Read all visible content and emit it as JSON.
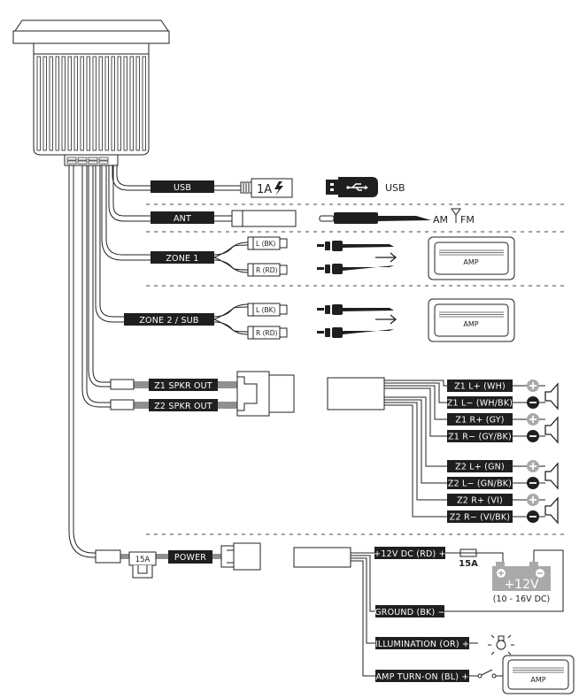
{
  "title": "Head unit wiring diagram",
  "colors": {
    "label_bg": "#1f1f1f",
    "label_text": "#ffffff",
    "line": "#222222",
    "positive_terminal": "#a9a9a9",
    "negative_terminal": "#1f1f1f",
    "battery": "#a9a9a9"
  },
  "sections": {
    "usb": {
      "label": "USB",
      "connector_text": "1A",
      "connector_icon": "lightning-bolt-icon",
      "device_icon": "usb-stick-icon",
      "device_label": "USB"
    },
    "antenna": {
      "label": "ANT",
      "device_icon": "antenna-plug-icon",
      "am_label": "AM",
      "fm_label": "FM",
      "antenna_icon": "antenna-icon"
    },
    "zone1": {
      "label": "ZONE 1",
      "left_connector": "L (BK)",
      "right_connector": "R (RD)",
      "amp_label": "AMP",
      "arrow_icon": "arrow-right-icon"
    },
    "zone2": {
      "label": "ZONE 2 / SUB",
      "left_connector": "L (BK)",
      "right_connector": "R (RD)",
      "amp_label": "AMP",
      "arrow_icon": "arrow-right-icon"
    },
    "speakers": {
      "z1_label": "Z1 SPKR OUT",
      "z2_label": "Z2 SPKR OUT",
      "wires": [
        {
          "label": "Z1 L+ (WH)",
          "polarity": "+"
        },
        {
          "label": "Z1 L− (WH/BK)",
          "polarity": "−"
        },
        {
          "label": "Z1 R+ (GY)",
          "polarity": "+"
        },
        {
          "label": "Z1 R− (GY/BK)",
          "polarity": "−"
        },
        {
          "label": "Z2 L+ (GN)",
          "polarity": "+"
        },
        {
          "label": "Z2 L− (GN/BK)",
          "polarity": "−"
        },
        {
          "label": "Z2 R+ (VI)",
          "polarity": "+"
        },
        {
          "label": "Z2 R− (VI/BK)",
          "polarity": "−"
        }
      ]
    },
    "power": {
      "label": "POWER",
      "inline_fuse": "15A",
      "battery_feed": "+12V DC (RD) +",
      "battery_fuse": "15A",
      "battery_voltage": "+12V",
      "battery_range": "(10 - 16V DC)",
      "ground": "GROUND (BK) −",
      "illumination": "ILLUMINATION (OR) +",
      "illumination_icon": "light-bulb-icon",
      "amp_turn_on": "AMP TURN-ON (BL) +",
      "switch_icon": "switch-icon",
      "amp_label": "AMP"
    }
  }
}
